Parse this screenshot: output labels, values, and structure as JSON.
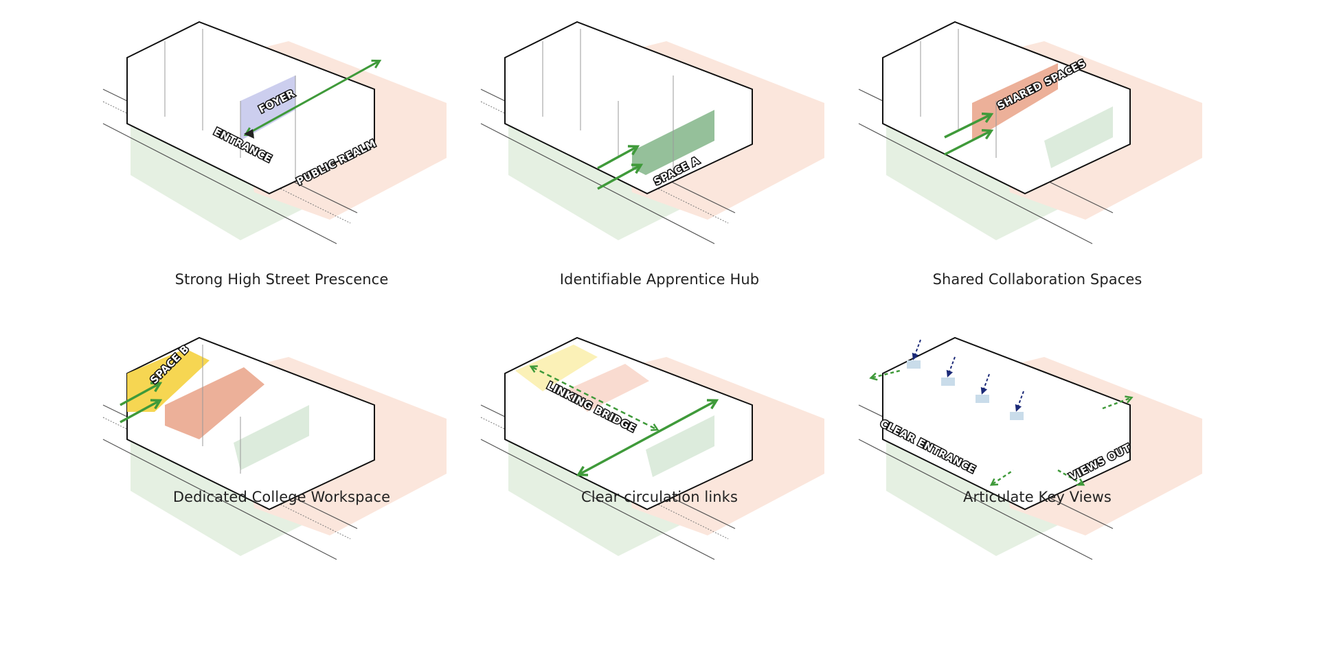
{
  "panels": [
    {
      "caption": "Strong High Street Prescence",
      "labels": [
        "FOYER",
        "ENTRANCE",
        "PUBLIC REALM"
      ]
    },
    {
      "caption": "Identifiable Apprentice Hub",
      "labels": [
        "SPACE A"
      ]
    },
    {
      "caption": "Shared Collaboration Spaces",
      "labels": [
        "SHARED SPACES"
      ]
    },
    {
      "caption": "Dedicated College Workspace",
      "labels": [
        "SPACE B"
      ]
    },
    {
      "caption": "Clear circulation links",
      "labels": [
        "LINKING BRIDGE"
      ]
    },
    {
      "caption": "Articulate Key Views",
      "labels": [
        "CLEAR ENTRANCE",
        "VIEWS OUT"
      ]
    }
  ],
  "colors": {
    "ground_green": "#e5f0e2",
    "ground_peach": "#fbe6dc",
    "foyer": "#c6c9ec",
    "space_a": "#8ab98f",
    "shared": "#eaa78e",
    "space_b": "#f6d449",
    "arrow": "#3f9a3a",
    "view_arrow": "#1c2a78"
  }
}
